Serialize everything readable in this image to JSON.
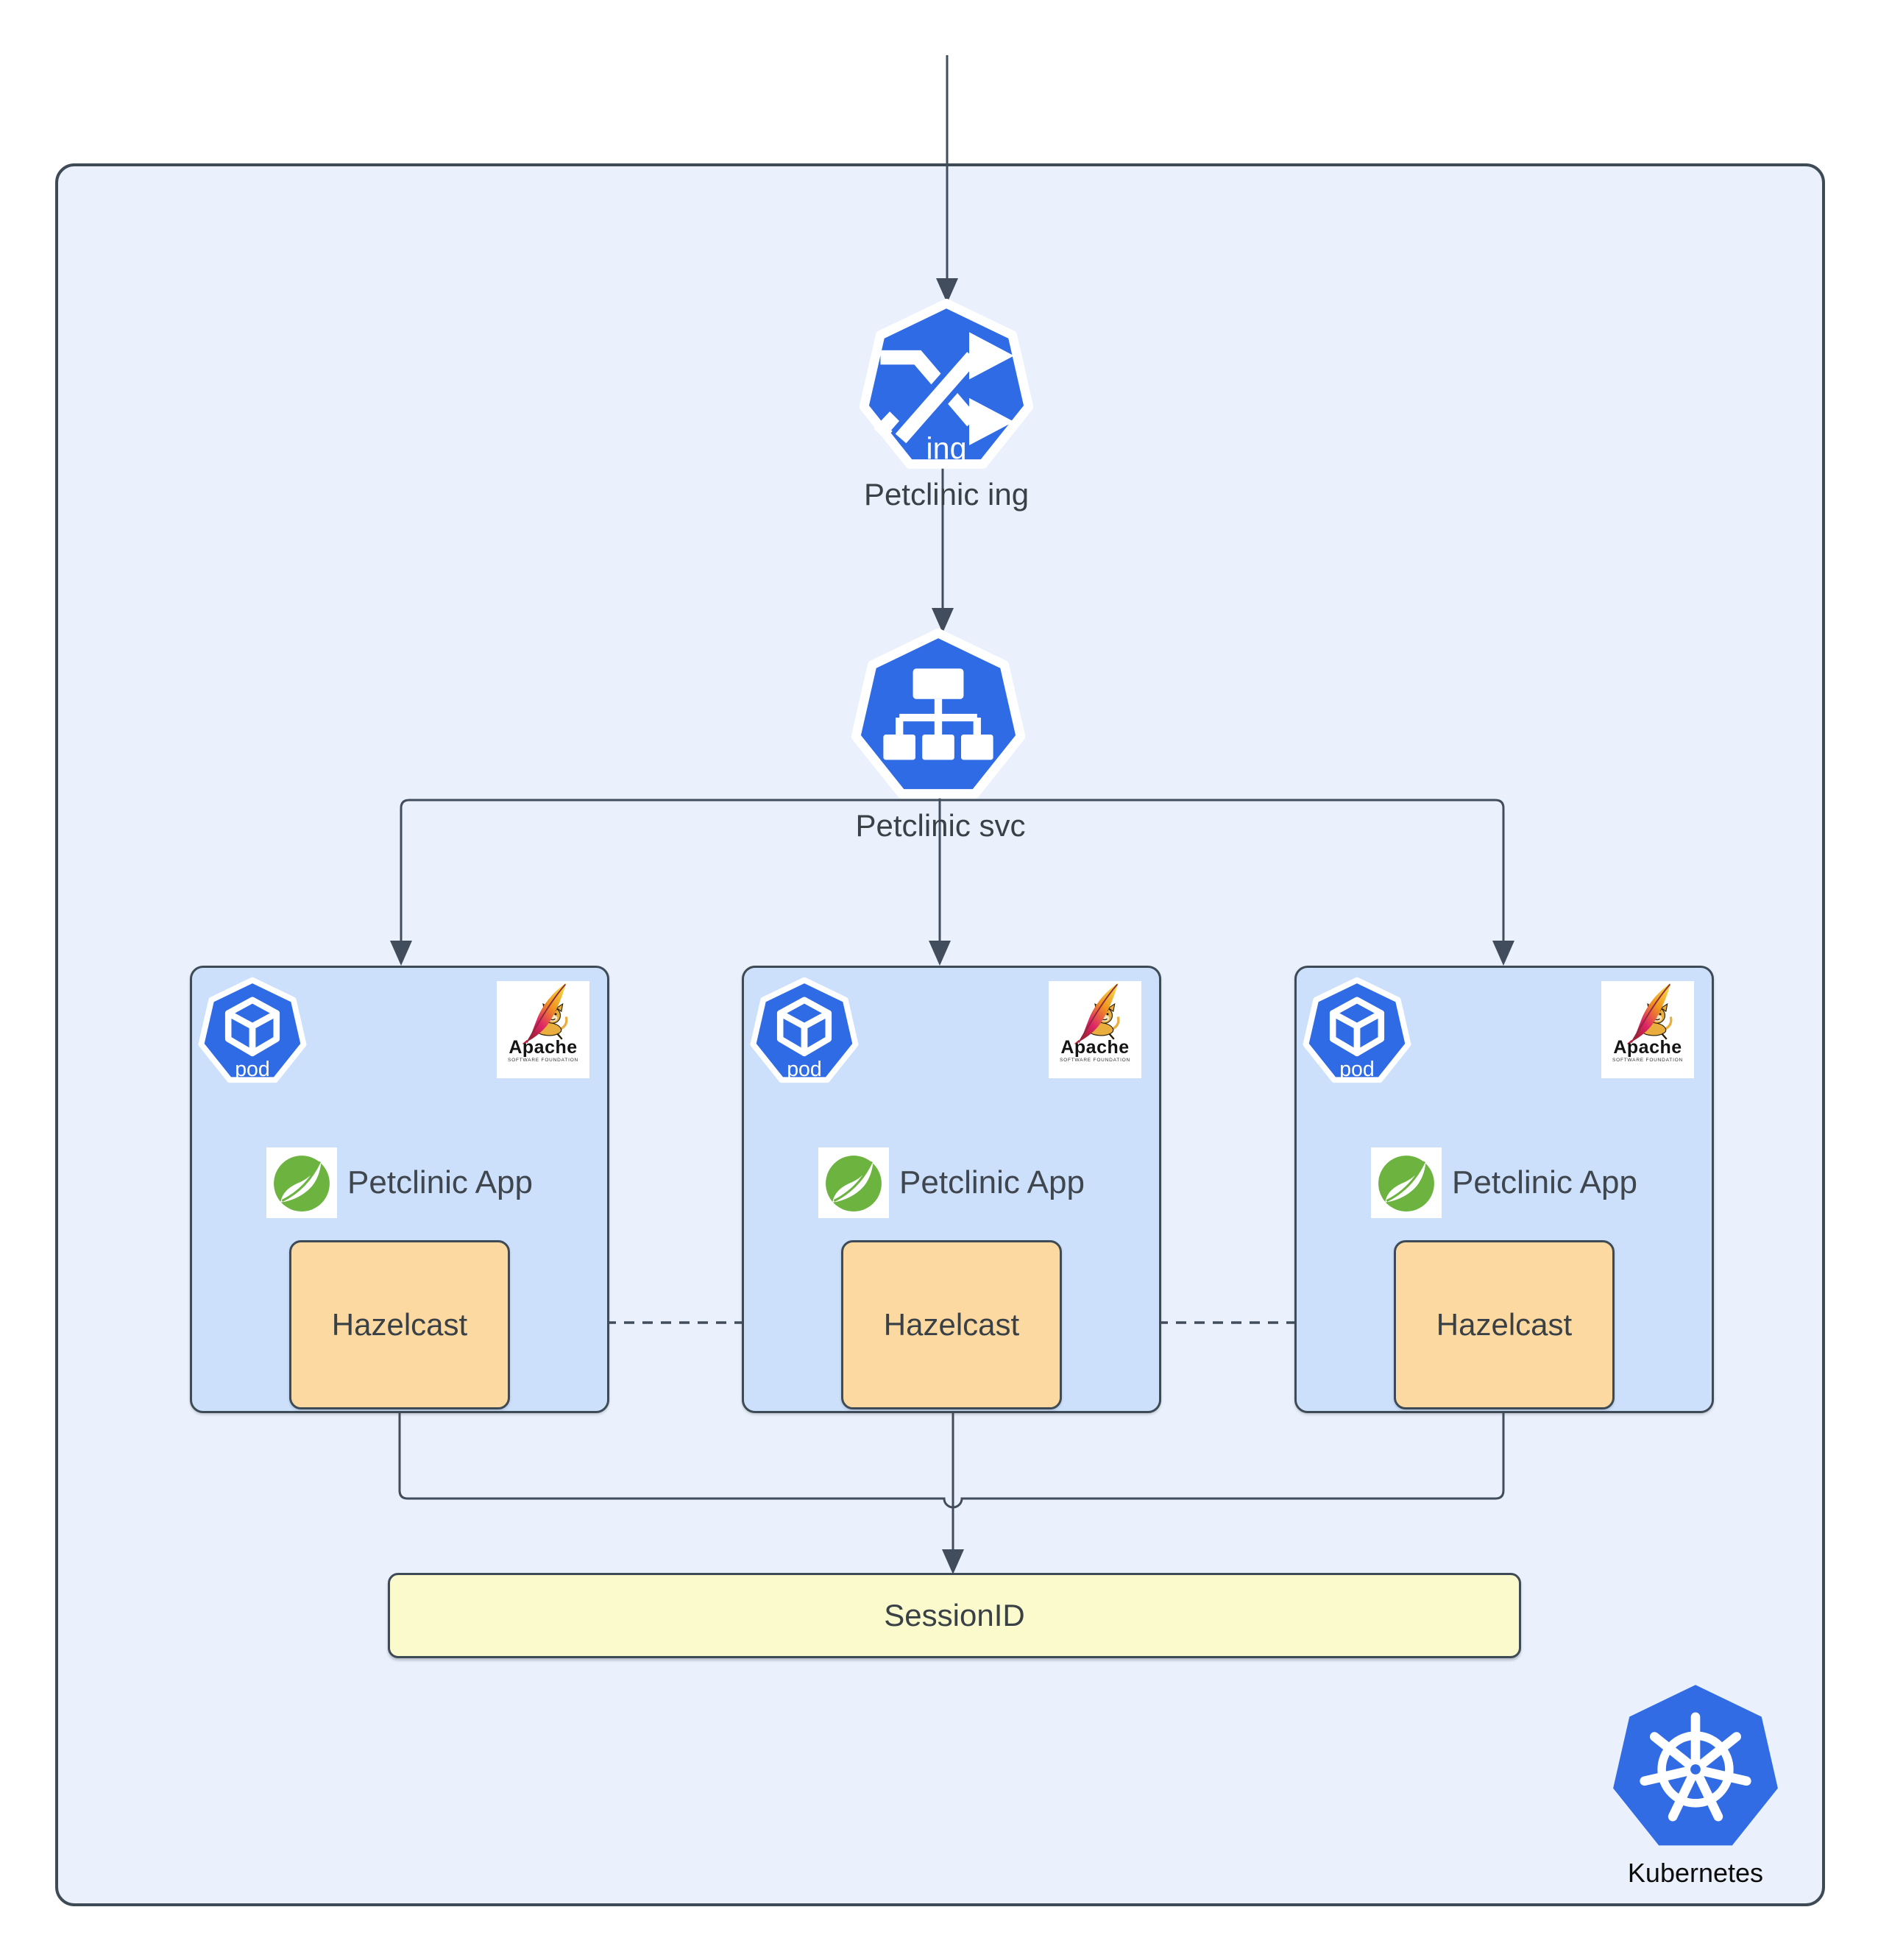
{
  "cluster": {
    "label": "Kubernetes"
  },
  "ingress": {
    "badge": "ing",
    "label": "Petclinic ing"
  },
  "service": {
    "label": "Petclinic svc"
  },
  "pods": [
    {
      "badge": "pod",
      "app_label": "Petclinic App",
      "cache_label": "Hazelcast",
      "tomcat": {
        "title": "Apache",
        "subtitle": "SOFTWARE FOUNDATION"
      }
    },
    {
      "badge": "pod",
      "app_label": "Petclinic App",
      "cache_label": "Hazelcast",
      "tomcat": {
        "title": "Apache",
        "subtitle": "SOFTWARE FOUNDATION"
      }
    },
    {
      "badge": "pod",
      "app_label": "Petclinic App",
      "cache_label": "Hazelcast",
      "tomcat": {
        "title": "Apache",
        "subtitle": "SOFTWARE FOUNDATION"
      }
    }
  ],
  "session_store": {
    "label": "SessionID"
  },
  "icons": {
    "ingress": "shuffle-arrows-heptagon",
    "service": "network-tree-heptagon",
    "pod": "cube-heptagon",
    "tomcat": "feather-and-tomcat",
    "spring": "green-leaf",
    "kubernetes": "helm-wheel-heptagon"
  },
  "colors": {
    "kubernetes_blue": "#2f6be4",
    "cluster_fill": "#eaf1fc",
    "pod_fill": "#cce0fb",
    "hazelcast_fill": "#fcd9a0",
    "session_fill": "#fbfacc",
    "connector": "#414d5c",
    "label_text": "#3a4146",
    "spring_green": "#6db33f"
  }
}
